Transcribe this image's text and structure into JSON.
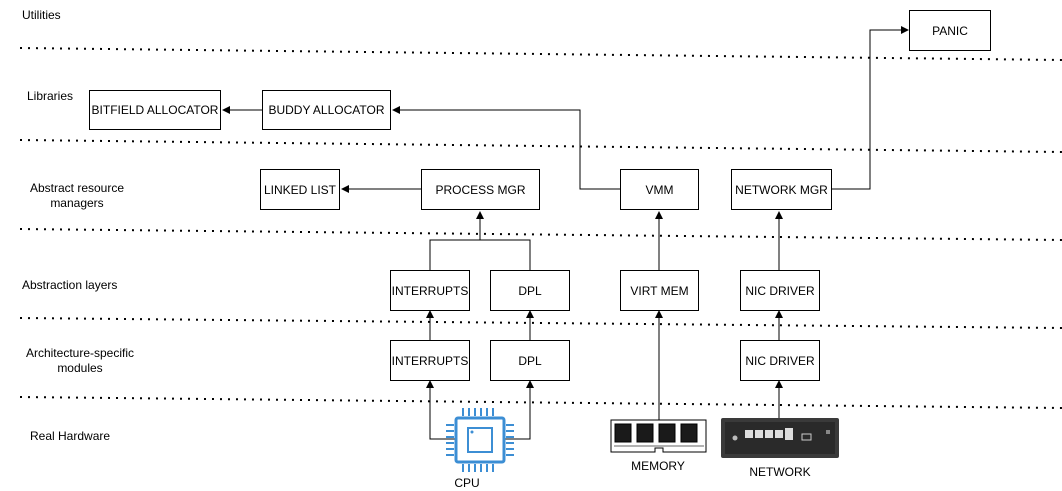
{
  "layers": {
    "utilities": "Utilities",
    "libraries": "Libraries",
    "abstract_line1": "Abstract resource",
    "abstract_line2": "managers",
    "abstraction": "Abstraction layers",
    "arch_line1": "Architecture-specific",
    "arch_line2": "modules",
    "hardware": "Real Hardware"
  },
  "boxes": {
    "panic": "PANIC",
    "bitfield_allocator": "BITFIELD ALLOCATOR",
    "buddy_allocator": "BUDDY ALLOCATOR",
    "linked_list": "LINKED LIST",
    "process_mgr": "PROCESS MGR",
    "vmm": "VMM",
    "network_mgr": "NETWORK MGR",
    "interrupts_abstraction": "INTERRUPTS",
    "dpl_abstraction": "DPL",
    "virt_mem": "VIRT MEM",
    "nic_driver_abstraction": "NIC DRIVER",
    "interrupts_arch": "INTERRUPTS",
    "dpl_arch": "DPL",
    "nic_driver_arch": "NIC DRIVER"
  },
  "hardware": {
    "cpu": "CPU",
    "memory": "MEMORY",
    "network": "NETWORK"
  },
  "colors": {
    "cpu_icon": "#3c8ed4",
    "network_device": "#3a3a3a",
    "line": "#000000"
  },
  "icons": {
    "cpu": "cpu-chip-icon",
    "memory": "ram-module-icon",
    "network": "network-switch-icon"
  }
}
